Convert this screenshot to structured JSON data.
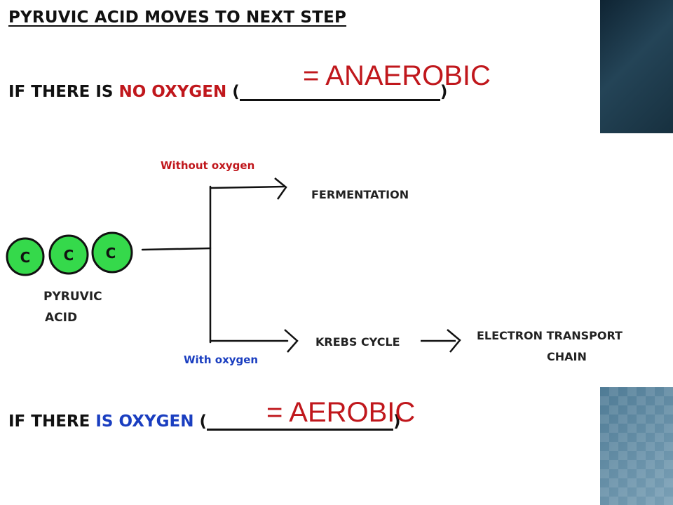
{
  "heading": "PYRUVIC ACID MOVES TO NEXT STEP",
  "line_no_oxygen": {
    "prefix": "IF THERE IS ",
    "highlight": "NO OXYGEN",
    "open": " (",
    "close": ")",
    "answer": "= ANAEROBIC"
  },
  "line_oxygen": {
    "prefix": "IF THERE ",
    "highlight": "IS OXYGEN",
    "open": " (",
    "close": ")",
    "answer": "= AEROBIC"
  },
  "diagram": {
    "molecule": {
      "atoms": [
        "C",
        "C",
        "C"
      ],
      "label_line1": "PYRUVIC",
      "label_line2": "ACID"
    },
    "top_branch": {
      "label": "Without oxygen",
      "result": "FERMENTATION"
    },
    "bottom_branch": {
      "label": "With oxygen",
      "result": "KREBS CYCLE",
      "next_line1": "ELECTRON TRANSPORT",
      "next_line2": "CHAIN"
    }
  },
  "colors": {
    "red": "#c0171c",
    "blue": "#1a3ec0",
    "atom_fill": "#35d94b",
    "deco_dark": "#1b3546",
    "deco_light": "#6a93ab"
  }
}
